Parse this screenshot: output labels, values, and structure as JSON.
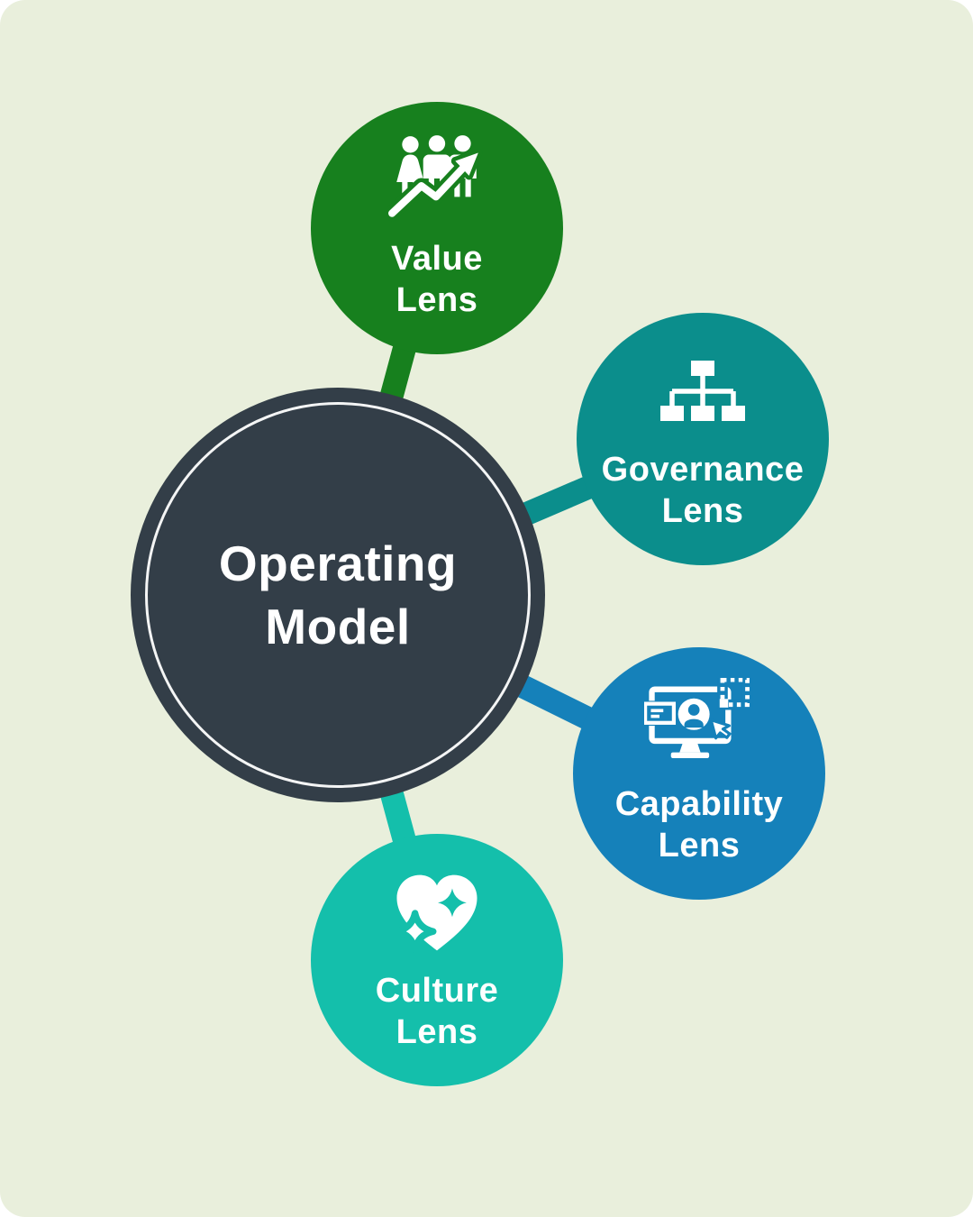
{
  "diagram": {
    "background_color": "#e9efdc",
    "outer_background": "#ffffff",
    "text_color": "#ffffff",
    "center_node": {
      "id": "operating-model",
      "label": "Operating\nModel",
      "color": "#333e48",
      "ring_color": "#ffffff"
    },
    "nodes": [
      {
        "id": "value-lens",
        "label": "Value\nLens",
        "color": "#17801e",
        "icon": "people-growth-arrow-icon"
      },
      {
        "id": "governance-lens",
        "label": "Governance\nLens",
        "color": "#0b8e8c",
        "icon": "org-chart-icon"
      },
      {
        "id": "capability-lens",
        "label": "Capability\nLens",
        "color": "#1581ba",
        "icon": "monitor-user-select-icon"
      },
      {
        "id": "culture-lens",
        "label": "Culture\nLens",
        "color": "#14bfab",
        "icon": "heart-sparkles-icon"
      }
    ],
    "connectors": [
      {
        "from": "operating-model",
        "to": "value-lens"
      },
      {
        "from": "operating-model",
        "to": "governance-lens"
      },
      {
        "from": "operating-model",
        "to": "capability-lens"
      },
      {
        "from": "operating-model",
        "to": "culture-lens"
      }
    ]
  }
}
